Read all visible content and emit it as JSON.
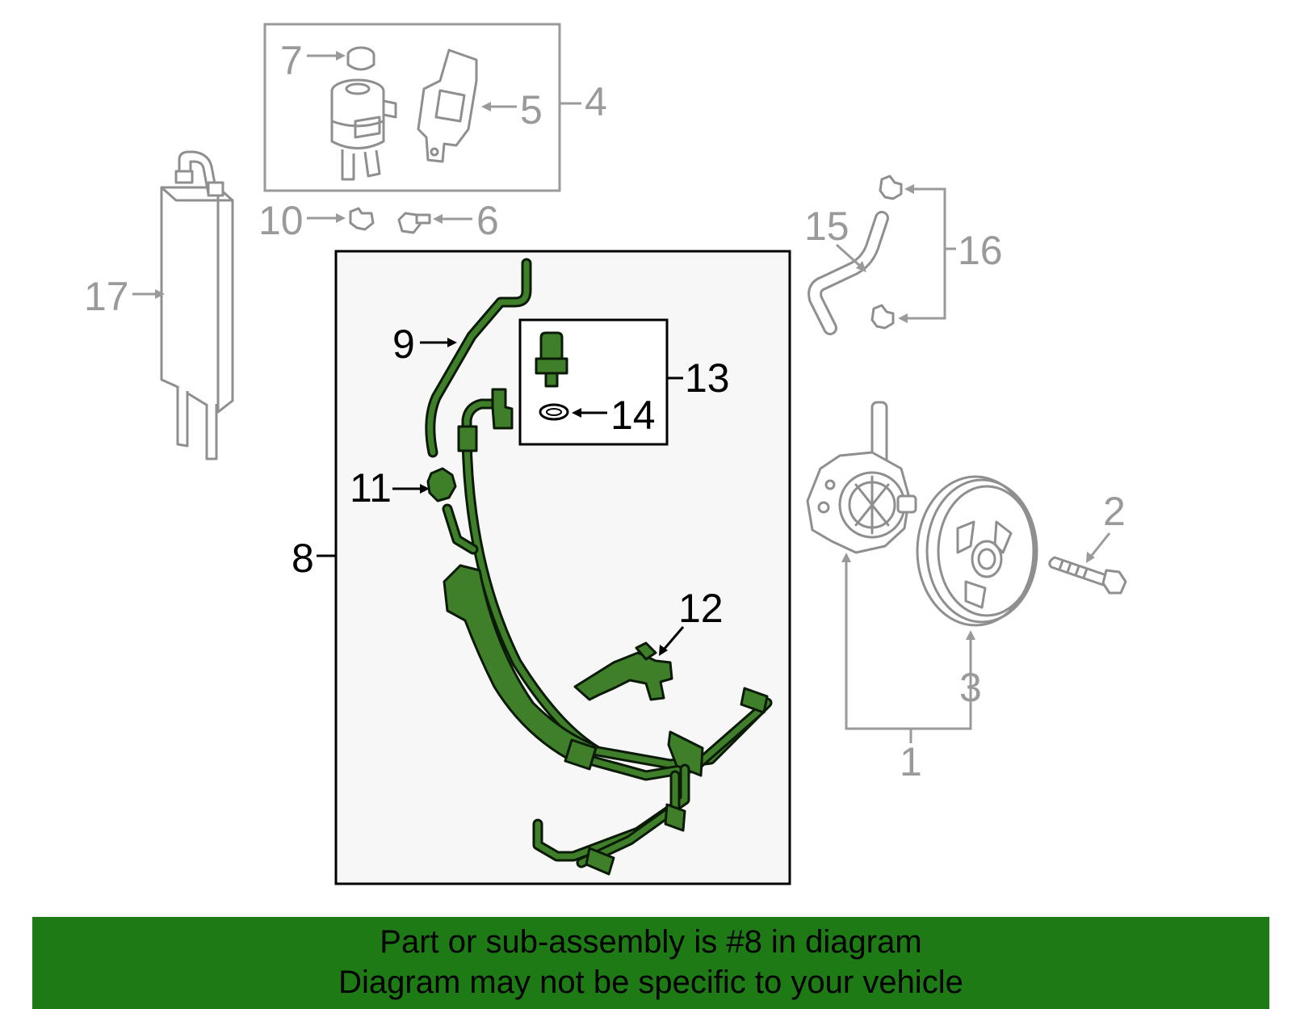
{
  "diagram": {
    "callouts": [
      {
        "id": "c1",
        "text": "1"
      },
      {
        "id": "c2",
        "text": "2"
      },
      {
        "id": "c3",
        "text": "3"
      },
      {
        "id": "c4",
        "text": "4"
      },
      {
        "id": "c5",
        "text": "5"
      },
      {
        "id": "c6",
        "text": "6"
      },
      {
        "id": "c7",
        "text": "7"
      },
      {
        "id": "c8",
        "text": "8"
      },
      {
        "id": "c9",
        "text": "9"
      },
      {
        "id": "c10",
        "text": "10"
      },
      {
        "id": "c11",
        "text": "11"
      },
      {
        "id": "c12",
        "text": "12"
      },
      {
        "id": "c13",
        "text": "13"
      },
      {
        "id": "c14",
        "text": "14"
      },
      {
        "id": "c15",
        "text": "15"
      },
      {
        "id": "c16",
        "text": "16"
      },
      {
        "id": "c17",
        "text": "17"
      }
    ],
    "colors": {
      "highlight_part": "#3f7f2a",
      "context_part": "#9a9a9a",
      "banner": "#1d7a14"
    }
  },
  "banner": {
    "line1": "Part or sub-assembly is #8 in diagram",
    "line2": "Diagram may not be specific to your vehicle"
  }
}
